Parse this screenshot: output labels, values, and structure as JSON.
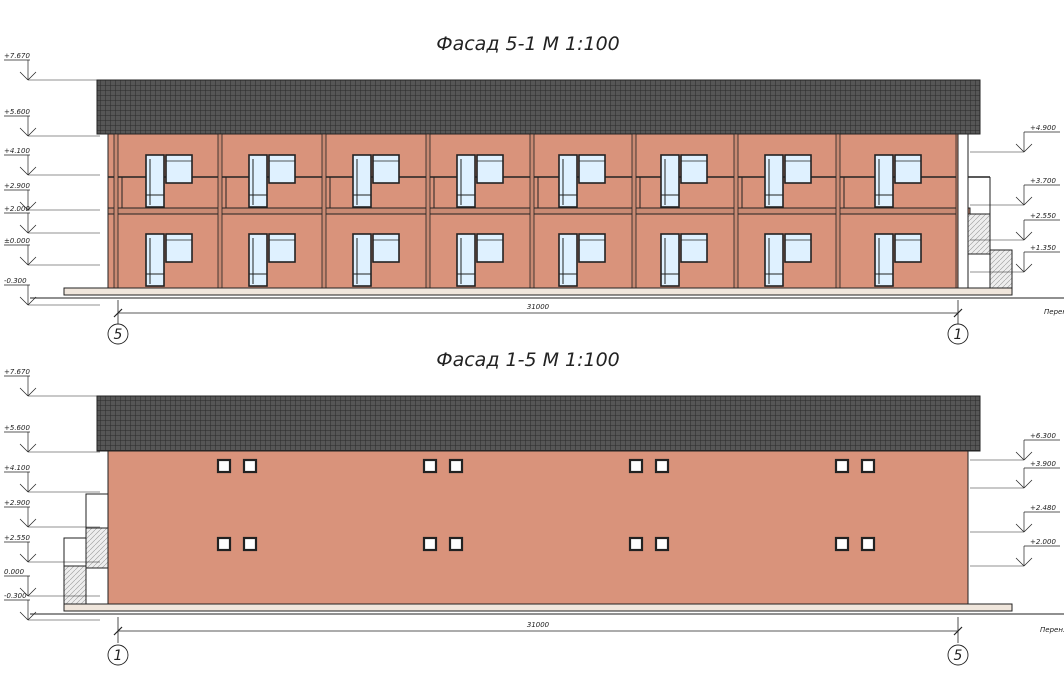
{
  "colors": {
    "wall": "#d9937b",
    "roof": "#4a4a4a",
    "glass": "#dff1ff",
    "line": "#222222"
  },
  "facade_a": {
    "title": "Фасад 5-1 М 1:100",
    "dimension": "31000",
    "axis_left": "5",
    "axis_right": "1",
    "levels_left": [
      "+7.670",
      "+5.600",
      "+4.100",
      "+2.900",
      "+2.000",
      "±0.000",
      "-0.300"
    ],
    "levels_right": [
      "+4.900",
      "+3.700",
      "+2.550",
      "+1.350"
    ],
    "note": "Перен. ир."
  },
  "facade_b": {
    "title": "Фасад 1-5 М 1:100",
    "dimension": "31000",
    "axis_left": "1",
    "axis_right": "5",
    "levels_left": [
      "+7.670",
      "+5.600",
      "+4.100",
      "+2.900",
      "+2.550",
      "0.000",
      "-0.300"
    ],
    "levels_right": [
      "+6.300",
      "+3.900",
      "+2.480",
      "+2.000"
    ],
    "note": "Перен. ир."
  }
}
